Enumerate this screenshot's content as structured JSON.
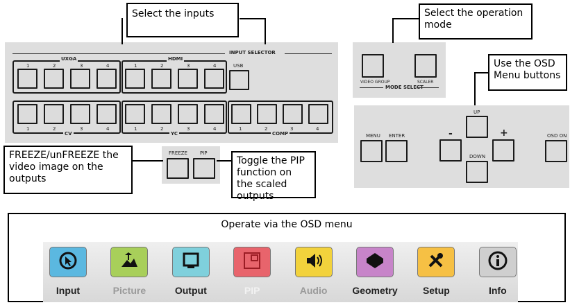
{
  "callouts": {
    "select_inputs": "Select the inputs",
    "operation_mode": "Select the operation mode",
    "osd_buttons": "Use the OSD Menu buttons",
    "freeze": "FREEZE/unFREEZE the video image on the outputs",
    "pip": "Toggle the PIP function on the scaled outputs",
    "osd_menu": "Operate via the OSD menu"
  },
  "input_selector": {
    "title": "INPUT SELECTOR",
    "top_groups": [
      {
        "label": "UXGA",
        "numbers": [
          "1",
          "2",
          "3",
          "4"
        ]
      },
      {
        "label": "HDMI",
        "numbers": [
          "1",
          "2",
          "3",
          "4"
        ]
      }
    ],
    "usb_label": "USB",
    "bottom_groups": [
      {
        "label": "CV",
        "numbers": [
          "1",
          "2",
          "3",
          "4"
        ]
      },
      {
        "label": "YC",
        "numbers": [
          "1",
          "2",
          "3",
          "4"
        ]
      },
      {
        "label": "COMP",
        "numbers": [
          "1",
          "2",
          "3",
          "4"
        ]
      }
    ]
  },
  "freeze_pip": {
    "freeze_label": "FREEZE",
    "pip_label": "PIP"
  },
  "mode_select": {
    "title": "MODE SELECT",
    "video_group_label": "VIDEO GROUP",
    "scaler_label": "SCALER"
  },
  "osd_panel": {
    "menu_label": "MENU",
    "enter_label": "ENTER",
    "up_label": "UP",
    "down_label": "DOWN",
    "minus_label": "-",
    "plus_label": "+",
    "osd_on_label": "OSD ON"
  },
  "osd_menu": {
    "items": [
      {
        "label": "Input",
        "color": "#5bb8e0",
        "text_color": "#222222",
        "icon": "cursor-icon"
      },
      {
        "label": "Picture",
        "color": "#a8cf5a",
        "text_color": "#9a9a9a",
        "icon": "picture-icon"
      },
      {
        "label": "Output",
        "color": "#7fd0dc",
        "text_color": "#222222",
        "icon": "monitor-icon"
      },
      {
        "label": "PIP",
        "color": "#e8646c",
        "text_color": "#f2f2f2",
        "icon": "pip-icon"
      },
      {
        "label": "Audio",
        "color": "#f2d23c",
        "text_color": "#9a9a9a",
        "icon": "speaker-icon"
      },
      {
        "label": "Geometry",
        "color": "#c784c9",
        "text_color": "#222222",
        "icon": "geometry-icon"
      },
      {
        "label": "Setup",
        "color": "#f6c044",
        "text_color": "#222222",
        "icon": "tools-icon"
      },
      {
        "label": "Info",
        "color": "#cfcfcf",
        "text_color": "#222222",
        "icon": "info-icon"
      }
    ]
  }
}
